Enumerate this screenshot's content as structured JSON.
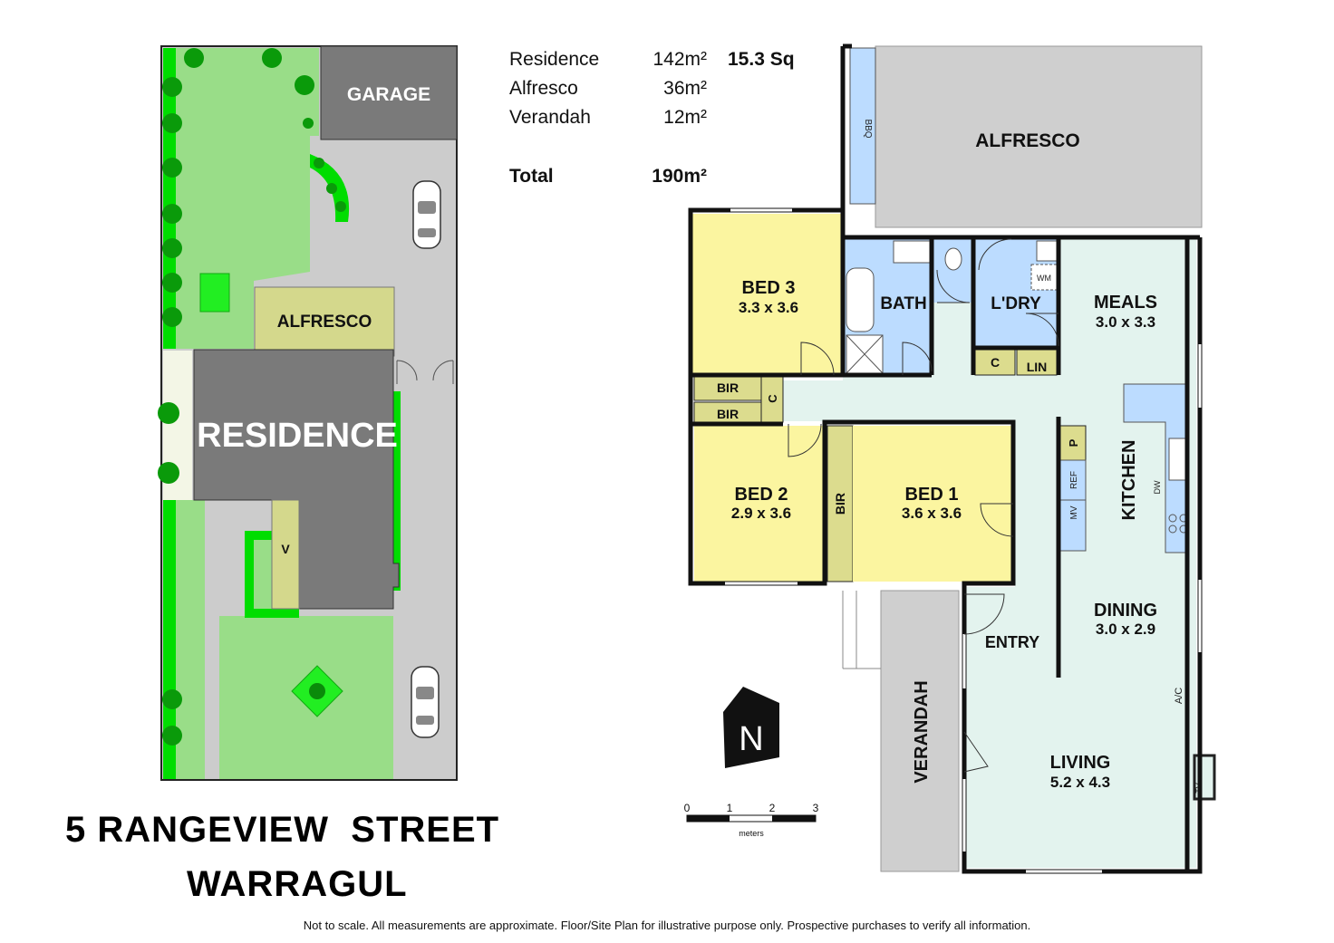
{
  "areas": {
    "rows": [
      {
        "label": "Residence",
        "value": "142m²",
        "squares": "15.3 Sq"
      },
      {
        "label": "Alfresco",
        "value": "36m²"
      },
      {
        "label": "Verandah",
        "value": "12m²"
      }
    ],
    "total_label": "Total",
    "total_value": "190m²"
  },
  "site_plan": {
    "garage": "GARAGE",
    "alfresco": "ALFRESCO",
    "residence": "RESIDENCE",
    "verandah": "V"
  },
  "floor_plan": {
    "alfresco": "ALFRESCO",
    "bbq": "BBQ",
    "bed3": {
      "name": "BED 3",
      "size": "3.3 x 3.6"
    },
    "bed2": {
      "name": "BED 2",
      "size": "2.9 x 3.6"
    },
    "bed1": {
      "name": "BED 1",
      "size": "3.6 x 3.6"
    },
    "bath": "BATH",
    "laundry": "L'DRY",
    "wm": "WM",
    "meals": {
      "name": "MEALS",
      "size": "3.0 x 3.3"
    },
    "kitchen": "KITCHEN",
    "dining": {
      "name": "DINING",
      "size": "3.0 x 2.9"
    },
    "living": {
      "name": "LIVING",
      "size": "5.2 x 4.3"
    },
    "entry": "ENTRY",
    "verandah": "VERANDAH",
    "bir": "BIR",
    "c": "C",
    "lin": "LIN",
    "p": "P",
    "ref": "REF",
    "mv": "MV",
    "dw": "DW",
    "ac": "A/C",
    "tv": "TV"
  },
  "north_label": "N",
  "scale_bar": {
    "ticks": [
      "0",
      "1",
      "2",
      "3"
    ],
    "unit": "meters"
  },
  "address": {
    "line1": "5 RANGEVIEW  STREET",
    "line2": "WARRAGUL"
  },
  "disclaimer": "Not to scale. All measurements are approximate. Floor/Site Plan for illustrative purpose only. Prospective purchases to verify all information.",
  "colors": {
    "lawn": "#99dd88",
    "bright_green": "#00dd00",
    "concrete": "#cccccc",
    "building": "#7a7a7a",
    "alfresco_site": "#d4d88c",
    "bedroom": "#fbf5a0",
    "wet_area": "#bcdcff",
    "living": "#e3f3ee",
    "small_store": "#dcdc8e",
    "outdoor_floor": "#cfcfcf"
  }
}
